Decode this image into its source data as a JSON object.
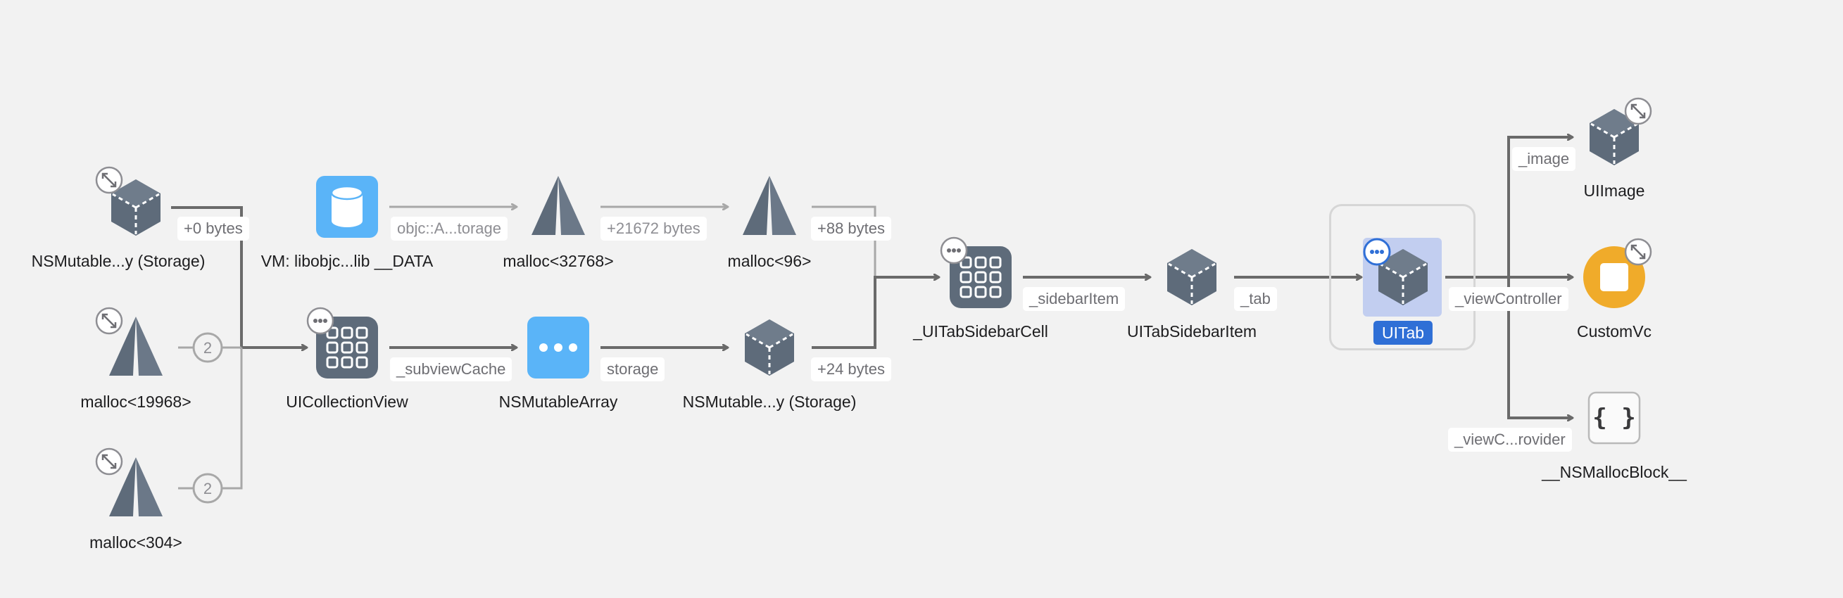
{
  "nodes": {
    "nsmutable_storage_top": "NSMutable...y (Storage)",
    "malloc_19968": "malloc<19968>",
    "malloc_304": "malloc<304>",
    "vm_libobjc": "VM: libobjc...lib __DATA",
    "uicollectionview": "UICollectionView",
    "malloc_32768": "malloc<32768>",
    "nsmutablearray": "NSMutableArray",
    "malloc_96": "malloc<96>",
    "nsmutable_storage_mid": "NSMutable...y (Storage)",
    "uitabsidebarcell": "_UITabSidebarCell",
    "uitabsidebaritem": "UITabSidebarItem",
    "uitab": "UITab",
    "uiimage": "UIImage",
    "customvc": "CustomVc",
    "nsmallocblock": "__NSMallocBlock__"
  },
  "edges": {
    "plus0": "+0 bytes",
    "objc_storage": "objc::A...torage",
    "plus21672": "+21672 bytes",
    "plus88": "+88 bytes",
    "subviewcache": "_subviewCache",
    "storage": "storage",
    "plus24": "+24 bytes",
    "sidebaritem": "_sidebarItem",
    "tab": "_tab",
    "image": "_image",
    "viewcontroller": "_viewController",
    "viewc_provider": "_viewC...rovider"
  },
  "badges": {
    "count_a": "2",
    "count_b": "2"
  },
  "colors": {
    "background": "#f2f2f2",
    "node_slate": "#5e6b7a",
    "accent_blue": "#5ab4f8",
    "custom_orange": "#f0ab2a",
    "selection_blue": "#2f6fd6",
    "edge_strong": "#6a6a6a",
    "edge_muted": "#a8a8a8"
  },
  "icons": {
    "object": "cube-icon",
    "malloc": "pyramid-icon",
    "vm_region": "cylinder-icon",
    "collection": "grid-icon",
    "array": "ellipsis-icon",
    "block": "braces-icon",
    "expand": "expand-arrows-icon",
    "more": "more-dots-icon"
  },
  "braces_glyph": "{ }"
}
